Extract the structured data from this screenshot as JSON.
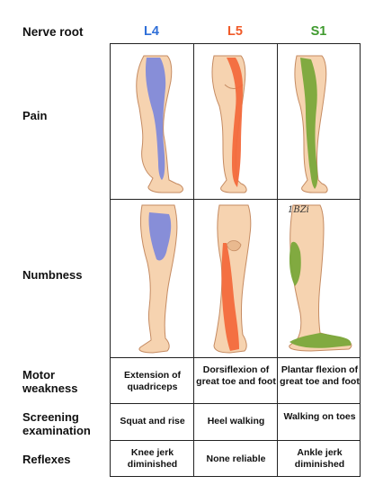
{
  "header": {
    "label": "Nerve root",
    "columns": [
      {
        "label": "L4",
        "color": "#2f6fd8"
      },
      {
        "label": "L5",
        "color": "#f05a28"
      },
      {
        "label": "S1",
        "color": "#3f9a2e"
      }
    ]
  },
  "rows": {
    "pain": {
      "label": "Pain"
    },
    "numbness": {
      "label": "Numbness"
    },
    "motor": {
      "label": "Motor weakness",
      "cells": [
        "Extension of quadriceps",
        "Dorsiflexion of great toe and foot",
        "Plantar flexion of great toe and foot"
      ]
    },
    "screening": {
      "label": "Screening examination",
      "cells": [
        "Squat and rise",
        "Heel walking",
        "Walking on toes"
      ]
    },
    "reflexes": {
      "label": "Reflexes",
      "cells": [
        "Knee jerk diminished",
        "None reliable",
        "Ankle jerk diminished"
      ]
    }
  },
  "colors": {
    "skin": "#f6d3b0",
    "skin_shade": "#e9b98f",
    "skin_outline": "#c58b62",
    "l4_region": "#7b86dd",
    "l5_region": "#f36a3c",
    "s1_region": "#7aa83a"
  },
  "figure_note": "1BZi"
}
